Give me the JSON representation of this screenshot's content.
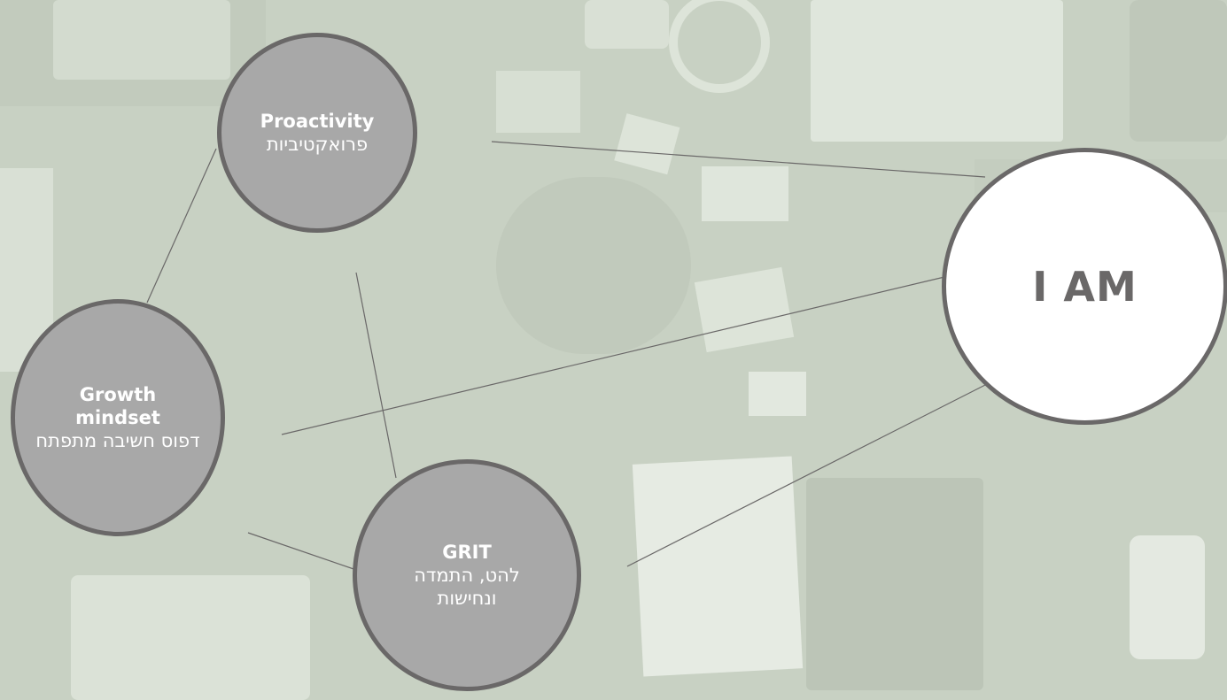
{
  "diagram": {
    "nodes": {
      "proactivity": {
        "title": "Proactivity",
        "subtitle": "פרואקטיביות"
      },
      "growth": {
        "title": "Growth mindset",
        "subtitle": "דפוס חשיבה מתפתח"
      },
      "grit": {
        "title": "GRIT",
        "subtitle": "להט, התמדה ונחישות"
      },
      "iam": {
        "title": "I AM"
      }
    },
    "edges": [
      [
        "proactivity",
        "iam"
      ],
      [
        "proactivity",
        "growth"
      ],
      [
        "proactivity",
        "grit"
      ],
      [
        "growth",
        "iam"
      ],
      [
        "growth",
        "grit"
      ],
      [
        "grit",
        "iam"
      ]
    ]
  },
  "colors": {
    "background": "#c9d2c4",
    "node_fill": "#a8a8a8",
    "node_border": "#6a6868",
    "center_fill": "#ffffff",
    "center_text": "#6a6868",
    "link": "#6a6868"
  }
}
